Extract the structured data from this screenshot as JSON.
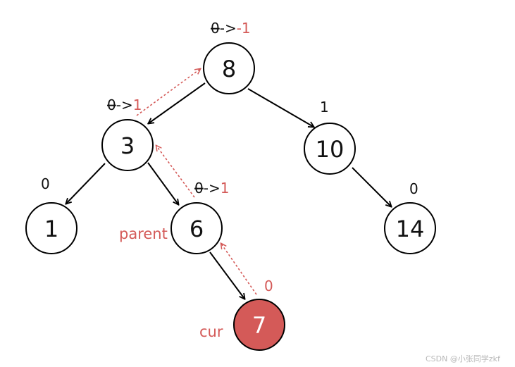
{
  "nodes": [
    {
      "id": "n8",
      "value": "8"
    },
    {
      "id": "n3",
      "value": "3"
    },
    {
      "id": "n10",
      "value": "10"
    },
    {
      "id": "n1",
      "value": "1"
    },
    {
      "id": "n6",
      "value": "6"
    },
    {
      "id": "n14",
      "value": "14"
    },
    {
      "id": "n7",
      "value": "7"
    }
  ],
  "balance": {
    "n8": {
      "old": "0",
      "arrow": "->",
      "new": "-1"
    },
    "n3": {
      "old": "0",
      "arrow": "->",
      "new": "1"
    },
    "n6": {
      "old": "0",
      "arrow": "->",
      "new": "1"
    },
    "n10": {
      "value": "1"
    },
    "n1": {
      "value": "0"
    },
    "n14": {
      "value": "0"
    },
    "n7": {
      "value": "0"
    }
  },
  "labels": {
    "parent": "parent",
    "cur": "cur"
  },
  "colors": {
    "highlight": "#d45a58",
    "update_path": "#d45a58"
  },
  "watermark": "CSDN @小张同学zkf"
}
